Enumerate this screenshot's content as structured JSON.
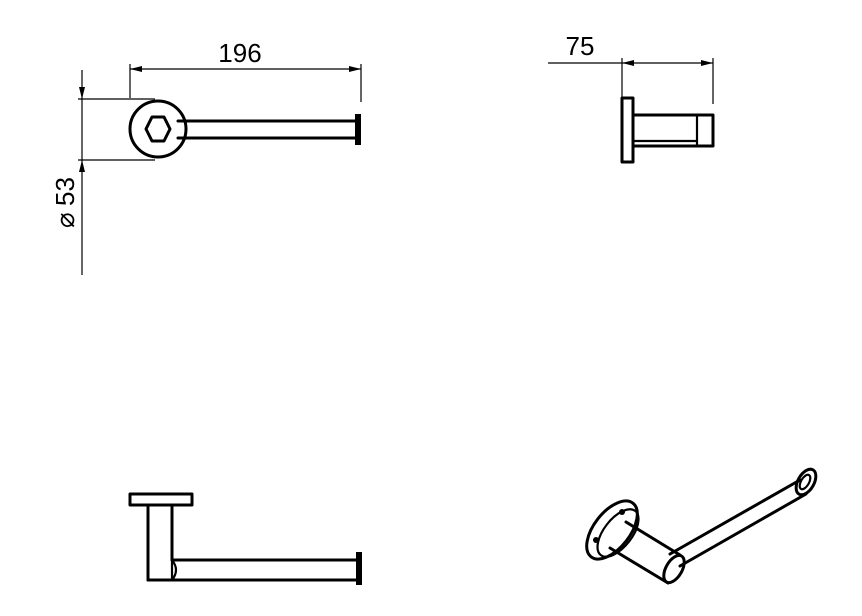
{
  "drawing": {
    "dimensions": {
      "length": "196",
      "projection": "75",
      "diameter": "53",
      "diameter_symbol": "⌀"
    },
    "views": [
      "front-view",
      "side-view",
      "top-view",
      "isometric-view"
    ],
    "line_color": "#000000",
    "background": "#ffffff"
  }
}
